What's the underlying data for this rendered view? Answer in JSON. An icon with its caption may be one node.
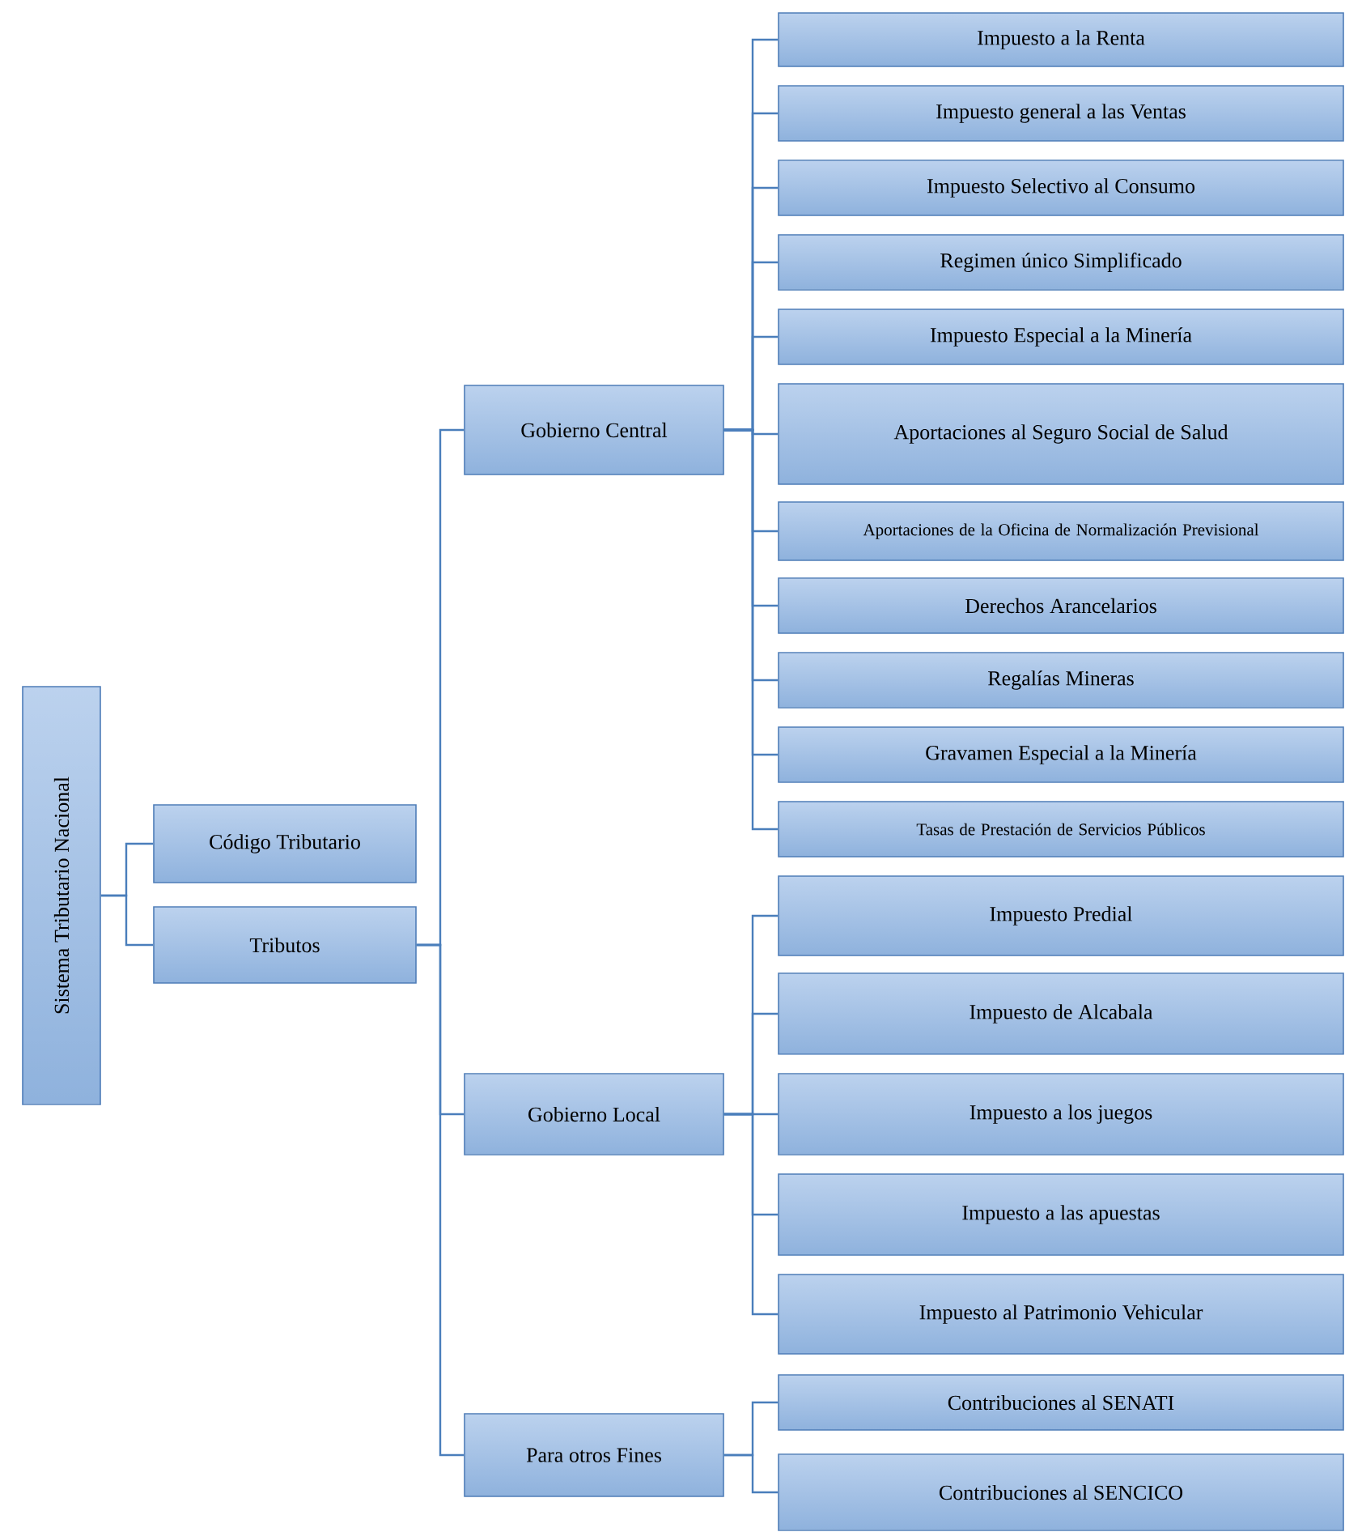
{
  "diagram": {
    "nodes": [
      {
        "text": [
          "Sistema Tributario Nacional"
        ]
      },
      {
        "text": [
          "Código Tributario"
        ]
      },
      {
        "text": [
          "Tributos"
        ]
      },
      {
        "text": [
          "Gobierno Central"
        ]
      },
      {
        "text": [
          "Gobierno Local"
        ]
      },
      {
        "text": [
          "Para otros Fines"
        ]
      },
      {
        "text": [
          "Impuesto a la Renta"
        ]
      },
      {
        "text": [
          "Impuesto general a las Ventas"
        ]
      },
      {
        "text": [
          "Impuesto Selectivo al Consumo"
        ]
      },
      {
        "text": [
          "Regimen único Simplificado"
        ]
      },
      {
        "text": [
          "Impuesto Especial a la Minería"
        ]
      },
      {
        "text": [
          "Aportaciones al Seguro Social de Salud"
        ]
      },
      {
        "text": [
          "Aportaciones de la Oficina de Normalización Previsional"
        ]
      },
      {
        "text": [
          "Derechos Arancelarios"
        ]
      },
      {
        "text": [
          "Regalías Mineras"
        ]
      },
      {
        "text": [
          "Gravamen Especial a la Minería"
        ]
      },
      {
        "text": [
          "Tasas de Prestación de Servicios Públicos"
        ]
      },
      {
        "text": [
          "Impuesto Predial"
        ]
      },
      {
        "text": [
          "Impuesto de Alcabala"
        ]
      },
      {
        "text": [
          "Impuesto a los juegos"
        ]
      },
      {
        "text": [
          "Impuesto a las apuestas"
        ]
      },
      {
        "text": [
          "Impuesto al Patrimonio Vehicular"
        ]
      },
      {
        "text": [
          "Contribuciones al SENATI"
        ]
      },
      {
        "text": [
          "Contribuciones al SENCICO"
        ]
      }
    ],
    "edges": [
      {
        "from": 0,
        "to": 1,
        "arrow": "none"
      },
      {
        "from": 0,
        "to": 2,
        "arrow": "none"
      },
      {
        "from": 2,
        "to": 3,
        "arrow": "none"
      },
      {
        "from": 2,
        "to": 4,
        "arrow": "none"
      },
      {
        "from": 2,
        "to": 5,
        "arrow": "none"
      },
      {
        "from": 3,
        "to": 6,
        "arrow": "none"
      },
      {
        "from": 3,
        "to": 7,
        "arrow": "none"
      },
      {
        "from": 3,
        "to": 8,
        "arrow": "none"
      },
      {
        "from": 3,
        "to": 9,
        "arrow": "none"
      },
      {
        "from": 3,
        "to": 10,
        "arrow": "none"
      },
      {
        "from": 3,
        "to": 11,
        "arrow": "none"
      },
      {
        "from": 3,
        "to": 12,
        "arrow": "none"
      },
      {
        "from": 3,
        "to": 13,
        "arrow": "none"
      },
      {
        "from": 3,
        "to": 14,
        "arrow": "none"
      },
      {
        "from": 3,
        "to": 15,
        "arrow": "none"
      },
      {
        "from": 3,
        "to": 16,
        "arrow": "none"
      },
      {
        "from": 4,
        "to": 17,
        "arrow": "none"
      },
      {
        "from": 4,
        "to": 18,
        "arrow": "none"
      },
      {
        "from": 4,
        "to": 19,
        "arrow": "none"
      },
      {
        "from": 4,
        "to": 20,
        "arrow": "none"
      },
      {
        "from": 4,
        "to": 21,
        "arrow": "none"
      },
      {
        "from": 5,
        "to": 22,
        "arrow": "none"
      },
      {
        "from": 5,
        "to": 23,
        "arrow": "none"
      }
    ]
  }
}
